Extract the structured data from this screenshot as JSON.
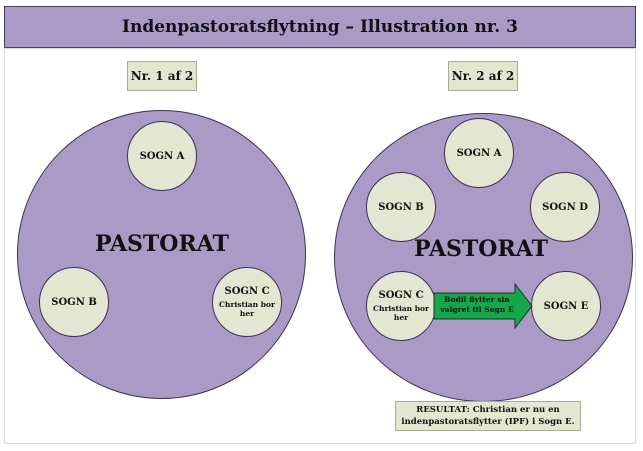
{
  "title": "Indenpastoratsflytning – Illustration nr. 3",
  "panels": [
    {
      "label": "Nr. 1 af 2",
      "pastorat": "PASTORAT",
      "sogne": [
        {
          "name": "SOGN A",
          "note": ""
        },
        {
          "name": "SOGN B",
          "note": ""
        },
        {
          "name": "SOGN C",
          "note": "Christian bor her"
        }
      ]
    },
    {
      "label": "Nr. 2 af 2",
      "pastorat": "PASTORAT",
      "sogne": [
        {
          "name": "SOGN A",
          "note": ""
        },
        {
          "name": "SOGN B",
          "note": ""
        },
        {
          "name": "SOGN D",
          "note": ""
        },
        {
          "name": "SOGN C",
          "note": "Christian bor her"
        },
        {
          "name": "SOGN E",
          "note": ""
        }
      ],
      "arrow_text": "Bodil flytter sin valgret til  Sogn E",
      "result": "RESULTAT: Christian er nu en indenpastoratsflytter (IPF) i Sogn E."
    }
  ],
  "colors": {
    "title_bg": "#a99bc6",
    "pastorat_fill": "#a99bc6",
    "sogn_fill": "#e3e6d0",
    "arrow_fill": "#14a84a"
  }
}
